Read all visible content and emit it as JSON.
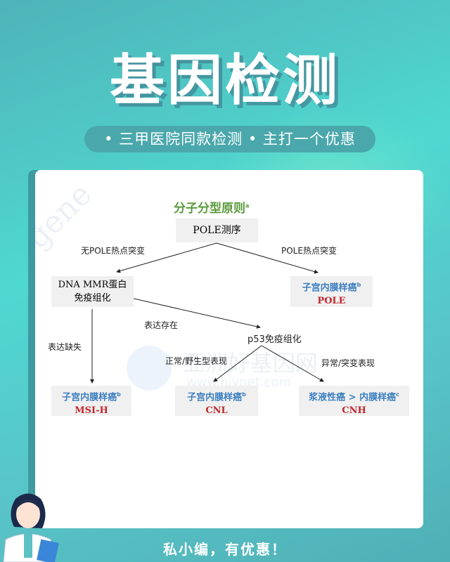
{
  "header": {
    "title": "基因检测",
    "subtitle": "• 三甲医院同款检测 • 主打一个优惠"
  },
  "chart": {
    "title": "分子分型原则",
    "title_sup": "a",
    "root": "POLE测序",
    "edge_no_pole": "无POLE热点突变",
    "edge_pole": "POLE热点突变",
    "mmr_line1": "DNA MMR蛋白",
    "mmr_line2": "免疫组化",
    "pole_result": {
      "name": "子宫内膜样癌",
      "sup": "b",
      "code": "POLE"
    },
    "edge_present": "表达存在",
    "edge_missing": "表达缺失",
    "p53": "p53免疫组化",
    "edge_normal": "正常/野生型表现",
    "edge_abnormal": "异常/突变表现",
    "msi_result": {
      "name": "子宫内膜样癌",
      "sup": "b",
      "code": "MSI-H"
    },
    "cnl_result": {
      "name": "子宫内膜样癌",
      "sup": "b",
      "code": "CNL"
    },
    "cnh_result": {
      "name": "浆液性癌 > 内膜样癌",
      "sup": "c",
      "code": "CNH"
    }
  },
  "watermarks": {
    "gene": "gene",
    "site_cn": "亚洲好基因网",
    "site_url": "www.hiynet.com"
  },
  "footer": {
    "text": "私小编，有优惠！"
  },
  "colors": {
    "accent": "#4aa8ac",
    "green_title": "#5a9a3c",
    "blue": "#3d7fc0",
    "red": "#c2272d"
  }
}
